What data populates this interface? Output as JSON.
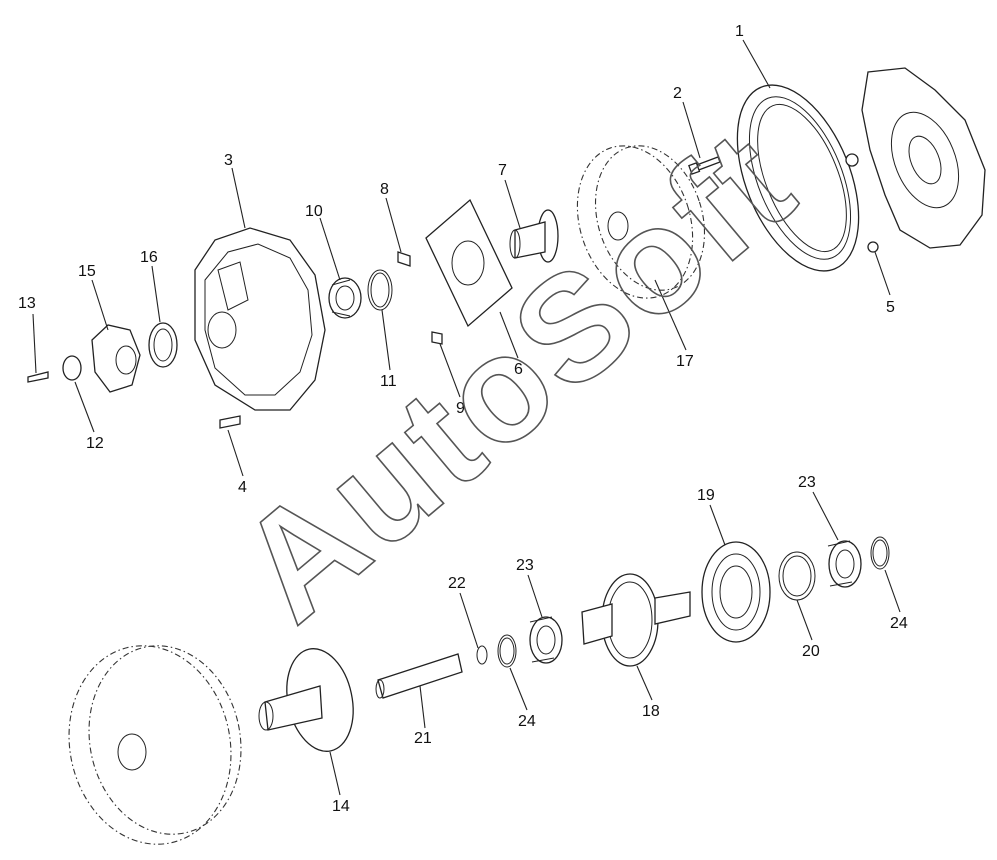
{
  "watermark": "AutoSoft",
  "callouts": {
    "c1": "1",
    "c2": "2",
    "c3": "3",
    "c4": "4",
    "c5": "5",
    "c6": "6",
    "c7": "7",
    "c8": "8",
    "c9": "9",
    "c10": "10",
    "c11": "11",
    "c12": "12",
    "c13": "13",
    "c14": "14",
    "c15": "15",
    "c16": "16",
    "c17": "17",
    "c18": "18",
    "c19": "19",
    "c20": "20",
    "c21": "21",
    "c22": "22",
    "c23a": "23",
    "c23b": "23",
    "c24a": "24",
    "c24b": "24"
  }
}
